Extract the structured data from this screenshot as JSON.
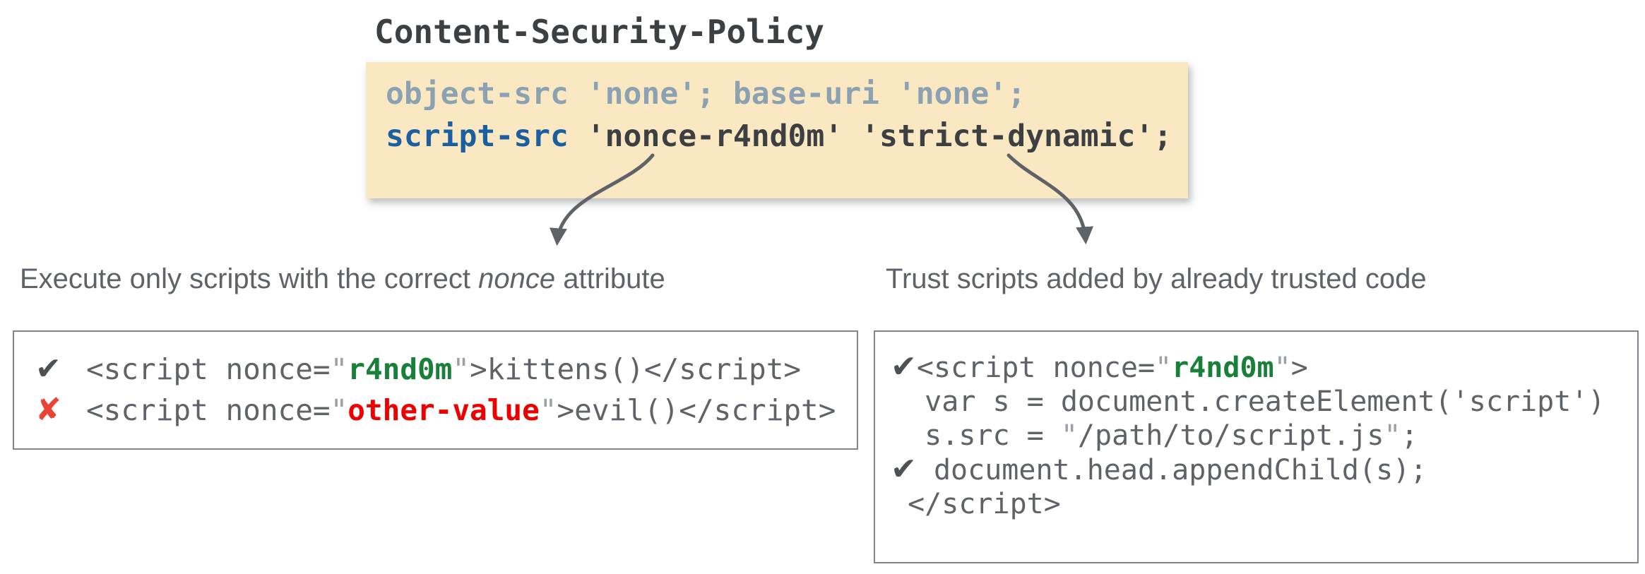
{
  "colors": {
    "accent_yellow": "#F9E8C1",
    "bluegray": "#8CA2B2",
    "blue": "#1A5FA0",
    "green": "#188038",
    "red": "#EE0000",
    "cross_red": "#E94335",
    "check_gray": "#4D5156",
    "code_gray": "#5F6368",
    "quote_light": "#9AA0A6",
    "caption_gray": "#5F6368",
    "border_gray": "#80868B",
    "arrow_gray": "#5F6368"
  },
  "title": "Content-Security-Policy",
  "policy": {
    "line1": "object-src 'none'; base-uri 'none';",
    "line2_directive": "script-src",
    "line2_rest": " 'nonce-r4nd0m' 'strict-dynamic';"
  },
  "left": {
    "caption": {
      "before": "Execute only scripts with the correct ",
      "em": "nonce",
      "after": " attribute"
    },
    "rows": [
      {
        "mark": "✔",
        "code_before": "<script nonce=",
        "quote_open": "\"",
        "value": "r4nd0m",
        "quote_close": "\"",
        "code_after": ">kittens()</script>"
      },
      {
        "mark": "✘",
        "code_before": "<script nonce=",
        "quote_open": "\"",
        "value": "other-value",
        "quote_close": "\"",
        "code_after": ">evil()</script>"
      }
    ]
  },
  "right": {
    "caption": "Trust scripts added by already trusted code",
    "lines": [
      {
        "mark": "✔",
        "code_before": "<script nonce=",
        "quote_open": "\"",
        "value": "r4nd0m",
        "quote_close": "\"",
        "code_after": ">"
      },
      {
        "code": "  var s = document.createElement('script')"
      },
      {
        "code_before": "  s.src = ",
        "quote_open": "\"",
        "path_value": "/path/to/script.js",
        "quote_close": "\"",
        "code_after": ";"
      },
      {
        "mark": "✔",
        "code": " document.head.appendChild(s);"
      },
      {
        "code": " </script>"
      }
    ]
  }
}
